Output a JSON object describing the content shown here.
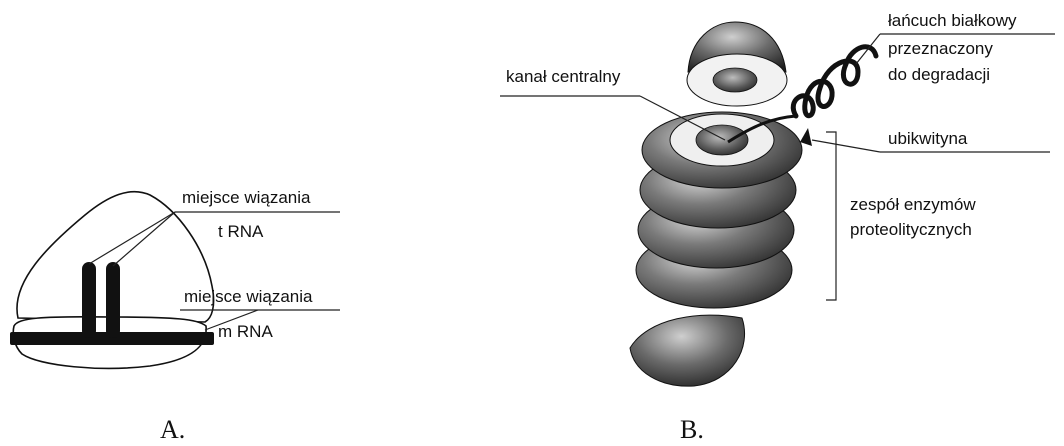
{
  "panel_a": {
    "caption": "A.",
    "labels": {
      "trna_site_line1": "miejsce wiązania",
      "trna_site_line2": "t RNA",
      "mrna_site_line1": "miejsce wiązania",
      "mrna_site_line2": "m RNA"
    }
  },
  "panel_b": {
    "caption": "B.",
    "labels": {
      "central_channel": "kanał centralny",
      "protein_chain_line1": "łańcuch białkowy",
      "protein_chain_line2": "przeznaczony",
      "protein_chain_line3": "do degradacji",
      "ubiquitin": "ubikwityna",
      "enzyme_complex_line1": "zespół enzymów",
      "enzyme_complex_line2": "proteolitycznych"
    }
  }
}
